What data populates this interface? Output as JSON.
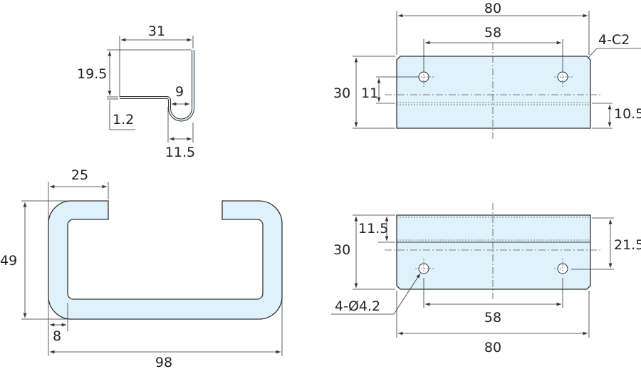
{
  "profile_view": {
    "width": "31",
    "height": "19.5",
    "thickness": "1.2",
    "inner_width": "9",
    "lip_width": "11.5"
  },
  "top_view_upper": {
    "length": "80",
    "hole_pitch": "58",
    "chamfer": "4-C2",
    "width": "30",
    "hole_offset": "11",
    "bend_offset": "10.5"
  },
  "side_view": {
    "flange": "25",
    "height": "49",
    "thickness": "8",
    "length": "98"
  },
  "top_view_lower": {
    "width": "30",
    "bend_offset": "11.5",
    "hole_offset": "21.5",
    "holes": "4-Ø4.2",
    "hole_pitch": "58",
    "length": "80"
  },
  "colors": {
    "part_fill": "#dff2fb",
    "line": "#333333"
  }
}
